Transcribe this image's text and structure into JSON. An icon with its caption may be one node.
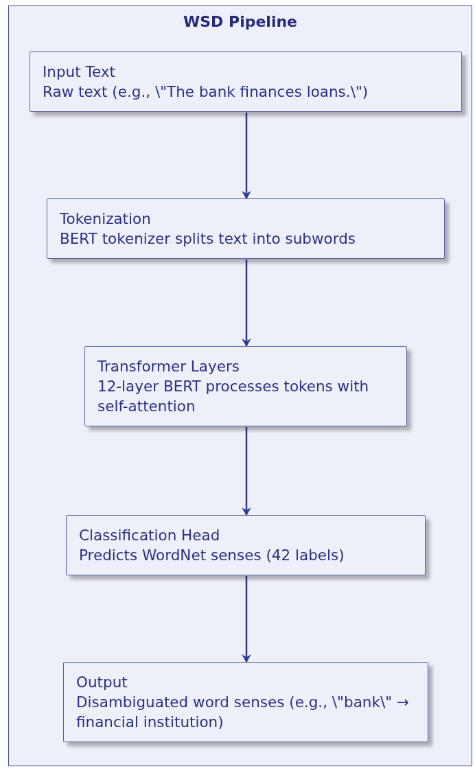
{
  "diagram": {
    "nodes": [
      {
        "text": [
          "WSD Pipeline"
        ]
      },
      {
        "text": [
          "Input Text",
          "Raw text (e.g., \\\"The bank finances loans.\\\")"
        ],
        "in": 0
      },
      {
        "text": [
          "Tokenization",
          "BERT tokenizer splits text into subwords"
        ],
        "in": 0
      },
      {
        "text": [
          "Transformer Layers",
          "12-layer BERT processes tokens with self-attention"
        ],
        "in": 0
      },
      {
        "text": [
          "Classification Head",
          "Predicts WordNet senses (42 labels)"
        ],
        "in": 0
      },
      {
        "text": [
          "Output",
          "Disambiguated word senses (e.g., \\\"bank\\\" → financial institution)"
        ],
        "in": 0
      }
    ],
    "edges": [
      {
        "from": 1,
        "to": 2,
        "arrow": "to"
      },
      {
        "from": 2,
        "to": 3,
        "arrow": "to"
      },
      {
        "from": 3,
        "to": 4,
        "arrow": "to"
      },
      {
        "from": 4,
        "to": 5,
        "arrow": "to"
      }
    ]
  }
}
